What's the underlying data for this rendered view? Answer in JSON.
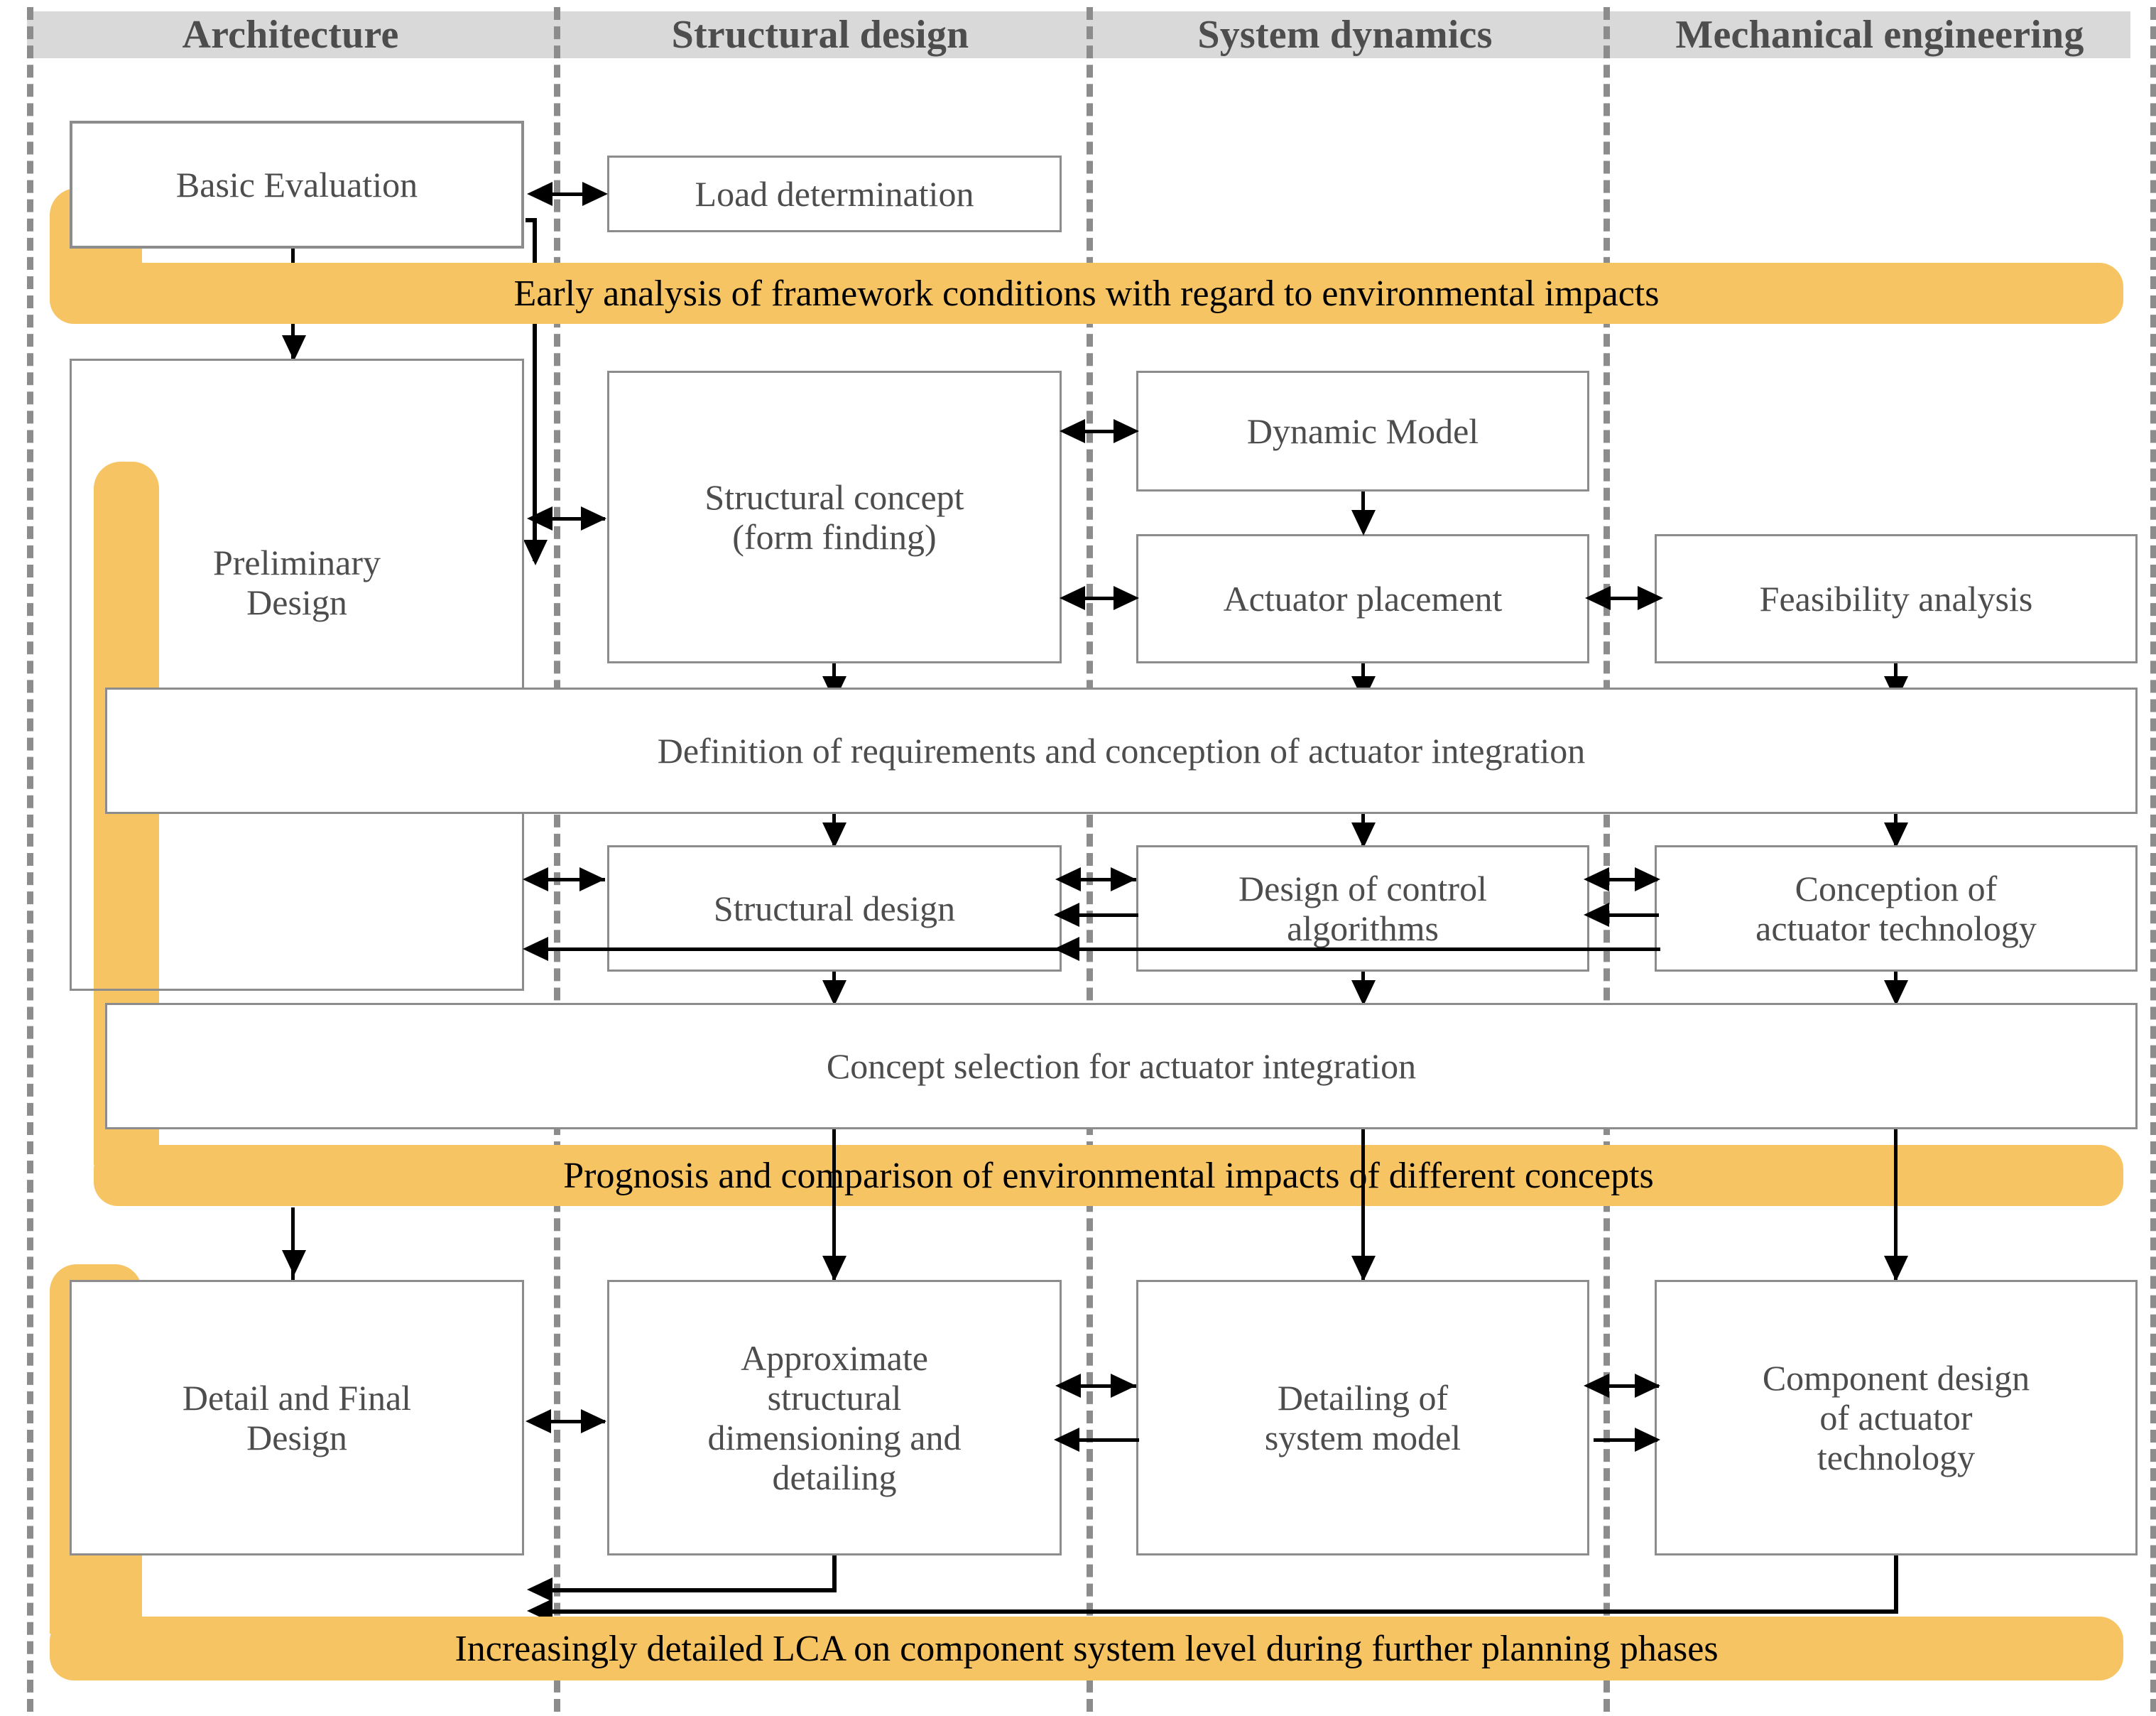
{
  "diagram": {
    "title": "Interdisciplinary design workflow with integrated LCA",
    "accent_color": "#f7c464",
    "header_band_color": "#d9d9d9",
    "box_border_color": "#8c8c8c",
    "text_color": "#4d4d4d"
  },
  "columns": [
    {
      "id": "architecture",
      "label": "Architecture"
    },
    {
      "id": "structural-design",
      "label": "Structural design"
    },
    {
      "id": "system-dynamics",
      "label": "System dynamics"
    },
    {
      "id": "mechanical-engineering",
      "label": "Mechanical engineering"
    }
  ],
  "phases": [
    {
      "id": "basic-evaluation",
      "label": "Basic Evaluation"
    },
    {
      "id": "preliminary-design",
      "label": "Preliminary\nDesign"
    },
    {
      "id": "detail-final-design",
      "label": "Detail and Final\nDesign"
    }
  ],
  "boxes": {
    "basic_evaluation": "Basic Evaluation",
    "load_determination": "Load determination",
    "preliminary_design": "Preliminary\nDesign",
    "structural_concept": "Structural concept\n(form finding)",
    "dynamic_model": "Dynamic Model",
    "actuator_placement": "Actuator placement",
    "feasibility_analysis": "Feasibility analysis",
    "definition_of_requirements": "Definition of requirements and conception of actuator integration",
    "structural_design": "Structural design",
    "design_of_control_algorithms": "Design of control\nalgorithms",
    "conception_of_actuator_technology": "Conception of\nactuator technology",
    "concept_selection": "Concept selection for actuator integration",
    "detail_and_final_design": "Detail and Final\nDesign",
    "approximate_structural_dimensioning": "Approximate\nstructural\ndimensioning and\ndetailing",
    "detailing_of_system_model": "Detailing of\nsystem model",
    "component_design_actuator": "Component design\nof actuator\ntechnology"
  },
  "ribbons": [
    {
      "id": "early-analysis",
      "label": "Early analysis of framework conditions with regard to environmental impacts"
    },
    {
      "id": "prognosis-comparison",
      "label": "Prognosis and comparison of environmental impacts of different concepts"
    },
    {
      "id": "increasingly-detailed-lca",
      "label": "Increasingly detailed LCA on component system level during further planning phases"
    }
  ]
}
